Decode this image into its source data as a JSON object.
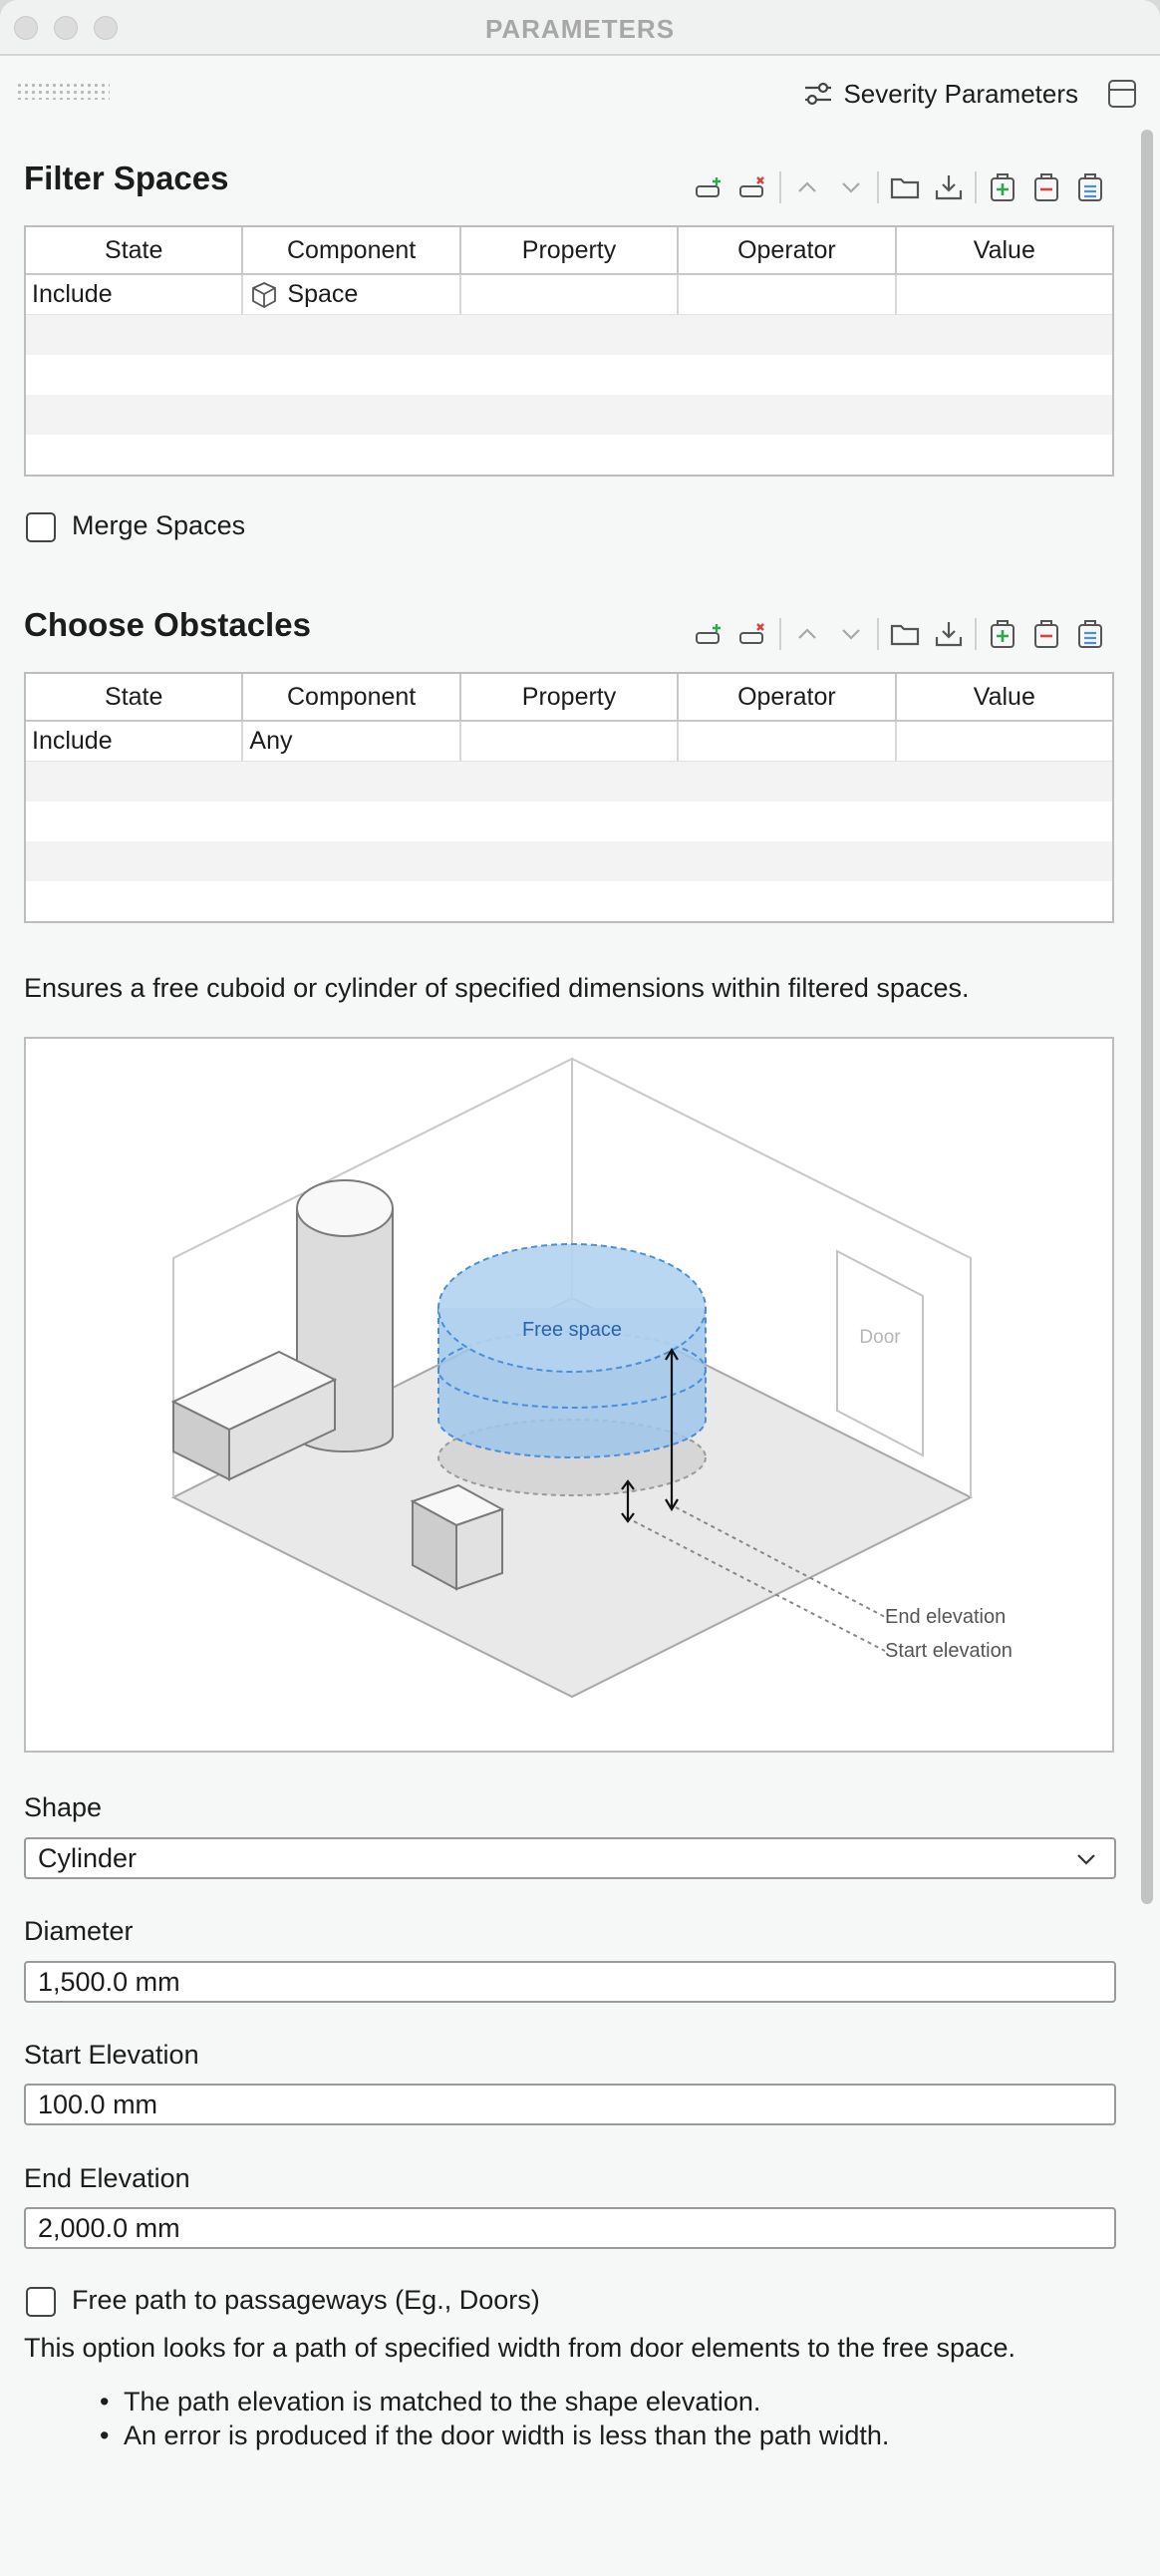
{
  "window": {
    "title": "PARAMETERS"
  },
  "header": {
    "severity_label": "Severity Parameters"
  },
  "filter_spaces": {
    "title": "Filter Spaces",
    "columns": [
      "State",
      "Component",
      "Property",
      "Operator",
      "Value"
    ],
    "row": {
      "state": "Include",
      "component": "Space",
      "component_icon": "cube-icon",
      "property": "",
      "operator": "",
      "value": ""
    }
  },
  "merge_spaces": {
    "label": "Merge Spaces",
    "checked": false
  },
  "choose_obstacles": {
    "title": "Choose Obstacles",
    "columns": [
      "State",
      "Component",
      "Property",
      "Operator",
      "Value"
    ],
    "row": {
      "state": "Include",
      "component": "Any",
      "property": "",
      "operator": "",
      "value": ""
    }
  },
  "description": "Ensures a free cuboid or cylinder of specified dimensions within filtered spaces.",
  "illustration": {
    "free_space": "Free space",
    "door": "Door",
    "end_elevation": "End elevation",
    "start_elevation": "Start elevation"
  },
  "shape": {
    "label": "Shape",
    "value": "Cylinder"
  },
  "diameter": {
    "label": "Diameter",
    "value": "1,500.0 mm"
  },
  "start_elevation": {
    "label": "Start Elevation",
    "value": "100.0 mm"
  },
  "end_elevation": {
    "label": "End Elevation",
    "value": "2,000.0 mm"
  },
  "free_path": {
    "label": "Free path to passageways (Eg., Doors)",
    "checked": false
  },
  "free_path_desc": "This option looks for a path of specified width from door elements to the free space.",
  "notes": [
    "The path elevation is matched to the shape elevation.",
    "An error is produced if the door width is less than the path width."
  ],
  "colors": {
    "accent_blue": "#4a8fd8",
    "add_green": "#2eaa4a",
    "remove_red": "#d8433a"
  }
}
